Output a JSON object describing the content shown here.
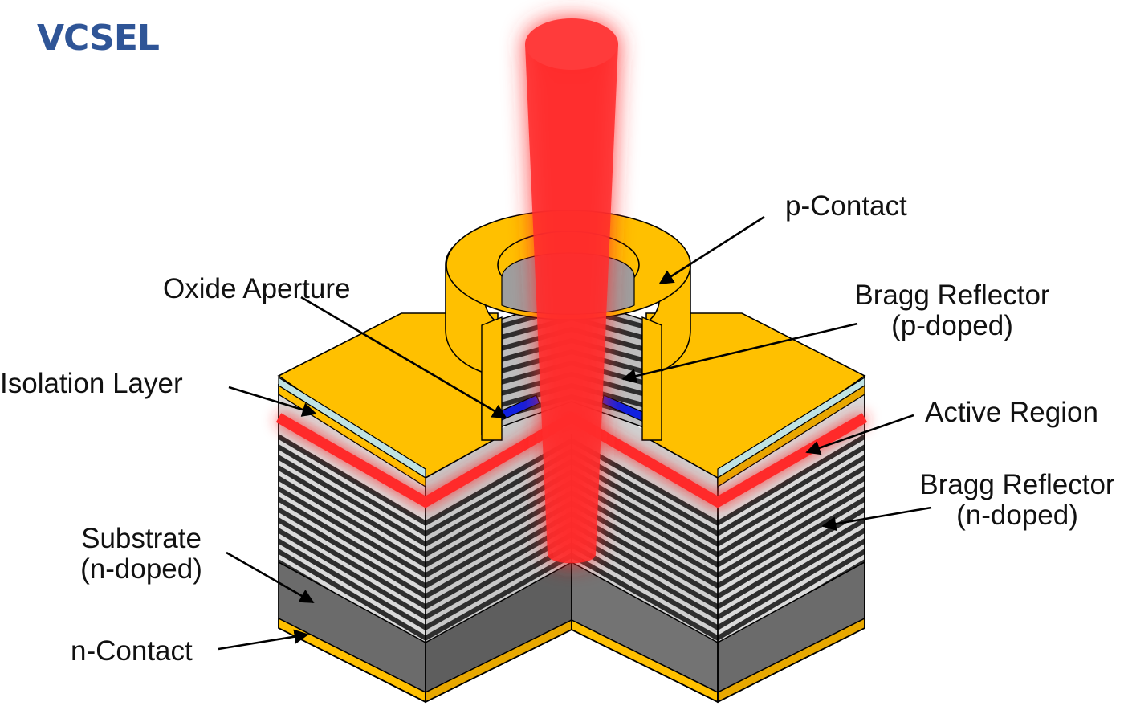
{
  "title": "VCSEL",
  "colors": {
    "title": "#2F5597",
    "gold": "#FFC000",
    "gold_dark": "#E8A800",
    "isolation": "#BFE3E3",
    "laser": "#FF2A2A",
    "oxide": "#1020E0",
    "stripe_light": "#DADADA",
    "stripe_dark": "#2E2E2E",
    "substrate": "#6B6B6B"
  },
  "labels": {
    "p_contact": "p-Contact",
    "oxide_aperture": "Oxide Aperture",
    "bragg_p_line1": "Bragg Reflector",
    "bragg_p_line2": "(p-doped)",
    "isolation_layer": "Isolation Layer",
    "active_region": "Active Region",
    "bragg_n_line1": "Bragg Reflector",
    "bragg_n_line2": "(n-doped)",
    "substrate_line1": "Substrate",
    "substrate_line2": "(n-doped)",
    "n_contact": "n-Contact"
  }
}
